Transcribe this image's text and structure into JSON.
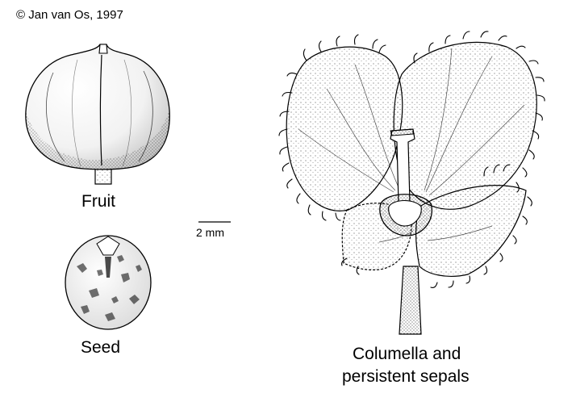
{
  "copyright": "© Jan van Os, 1997",
  "labels": {
    "fruit": "Fruit",
    "seed": "Seed",
    "scale": "2 mm",
    "columella_line1": "Columella and",
    "columella_line2": "persistent sepals"
  },
  "scale_bar": {
    "length_mm": 2
  },
  "colors": {
    "ink": "#000000",
    "paper": "#ffffff"
  }
}
